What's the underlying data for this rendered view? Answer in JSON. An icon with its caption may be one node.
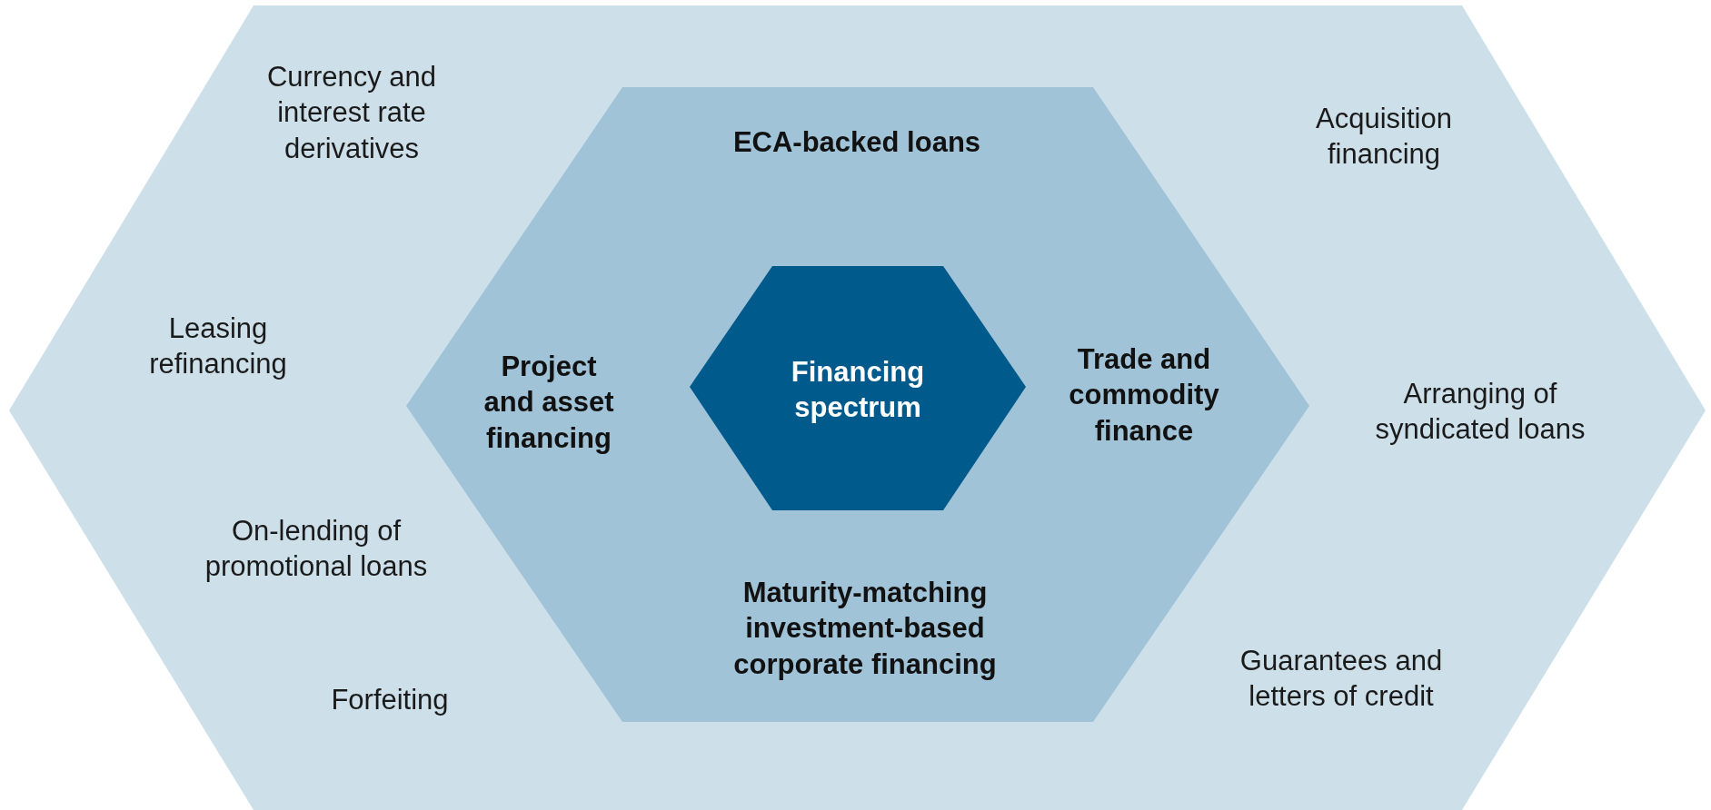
{
  "diagram": {
    "nodes": [
      {
        "text": [
          "Currency and interest rate derivatives",
          "Acquisition financing",
          "Leasing refinancing",
          "Arranging of syndicated loans",
          "On-lending of promotional loans",
          "Forfeiting",
          "Guarantees and letters of credit"
        ]
      },
      {
        "text": [
          "ECA-backed loans",
          "Project and asset financing",
          "Trade and commodity finance",
          "Maturity-matching investment-based corporate financing"
        ],
        "in": 0
      },
      {
        "text": [
          "Financing spectrum"
        ],
        "in": 1
      }
    ]
  }
}
